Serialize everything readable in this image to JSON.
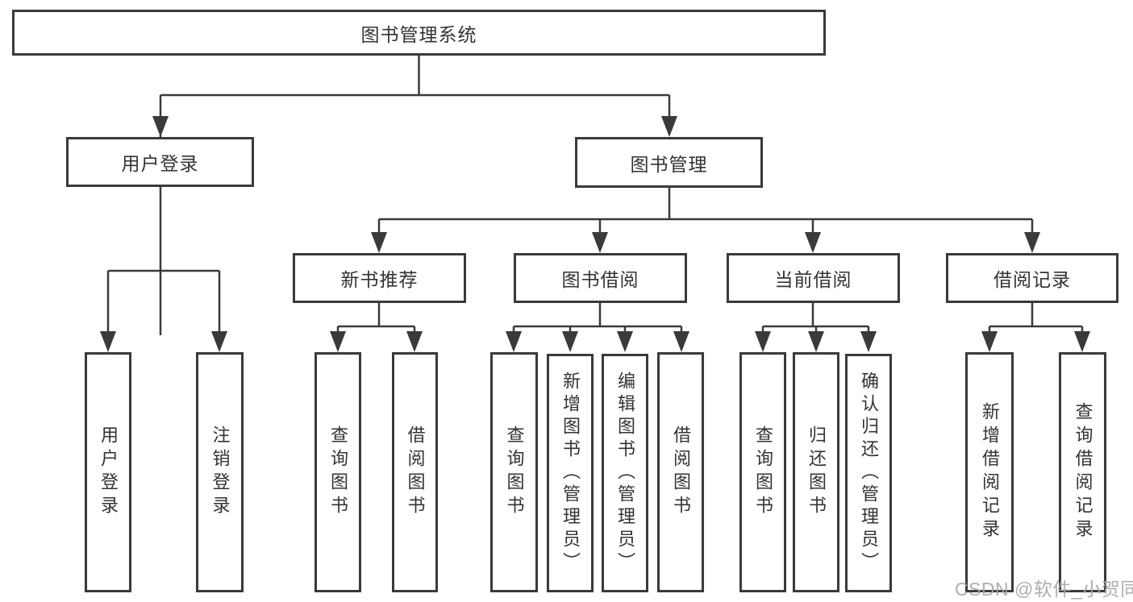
{
  "diagram": {
    "nodes": {
      "root": "图书管理系统",
      "l2": [
        "用户登录",
        "图书管理"
      ],
      "l3": [
        "新书推荐",
        "图书借阅",
        "当前借阅",
        "借阅记录"
      ],
      "leaves": [
        "用户登录",
        "注销登录",
        "查询图书",
        "借阅图书",
        "查询图书",
        "新增图书（管理员）",
        "编辑图书（管理员）",
        "借阅图书",
        "查询图书",
        "归还图书",
        "确认归还（管理员）",
        "新增借阅记录",
        "查询借阅记录"
      ]
    },
    "hierarchy": {
      "图书管理系统": [
        "用户登录",
        "图书管理"
      ],
      "用户登录": [
        "用户登录",
        "注销登录"
      ],
      "图书管理": [
        "新书推荐",
        "图书借阅",
        "当前借阅",
        "借阅记录"
      ],
      "新书推荐": [
        "查询图书",
        "借阅图书"
      ],
      "图书借阅": [
        "查询图书",
        "新增图书（管理员）",
        "编辑图书（管理员）",
        "借阅图书"
      ],
      "当前借阅": [
        "查询图书",
        "归还图书",
        "确认归还（管理员）"
      ],
      "借阅记录": [
        "新增借阅记录",
        "查询借阅记录"
      ]
    }
  },
  "watermark": {
    "text": "CSDN @软件_小贺同学"
  },
  "colors": {
    "line": "#3a3a3a",
    "box_border": "#3a3a3a",
    "text": "#333333",
    "watermark": "#a6a6a6",
    "background": "#ffffff"
  }
}
